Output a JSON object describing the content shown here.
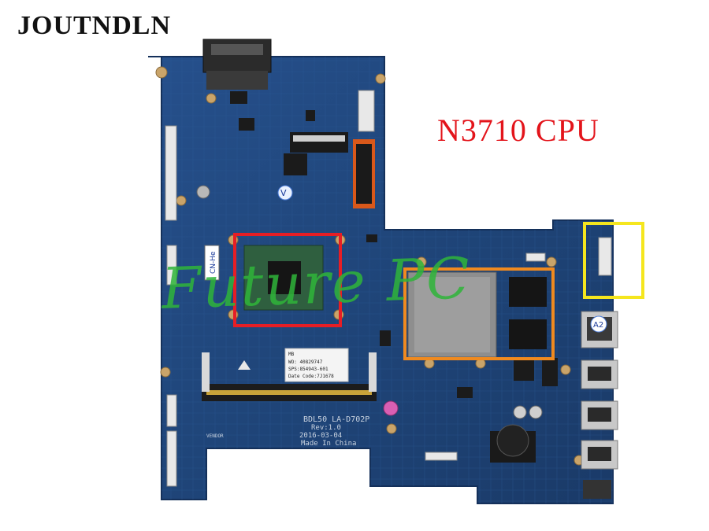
{
  "brand": "JOUTNDLN",
  "cpu_label": "N3710 CPU",
  "watermark": "Future PC",
  "sticker": {
    "line1": "MB",
    "line2": "WO: 40829747",
    "line3": "SPS:854943-601",
    "line4": "Date Code:7J1678"
  },
  "silkscreen": {
    "model": "BDL50 LA-D702P",
    "rev": "Rev:1.0",
    "date": "2016-03-04",
    "origin": "Made In China",
    "vendor": "VENDOR",
    "badge": "CN-He",
    "a2": "A2"
  },
  "colors": {
    "pcb": "#20467f",
    "highlight_cpu": "#e61e25",
    "highlight_ram": "#f08a1f",
    "highlight_port": "#f5e61e"
  }
}
